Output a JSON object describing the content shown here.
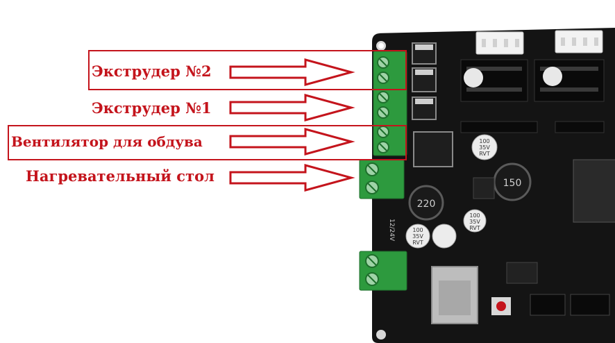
{
  "labels": {
    "extruder2": "Экструдер №2",
    "extruder1": "Экструдер №1",
    "fan": "Вентилятор для обдува",
    "bed": "Нагревательный стол"
  },
  "board": {
    "cap_large_1": "220",
    "cap_large_2": "150",
    "cap_small_value": "100",
    "cap_small_voltage": "35V",
    "cap_small_series": "RVT",
    "power_input_label": "12/24V"
  },
  "colors": {
    "annotation": "#c4141c",
    "board": "#141414",
    "terminal_block": "#2d9a3e",
    "connector": "#f2f2f2"
  }
}
